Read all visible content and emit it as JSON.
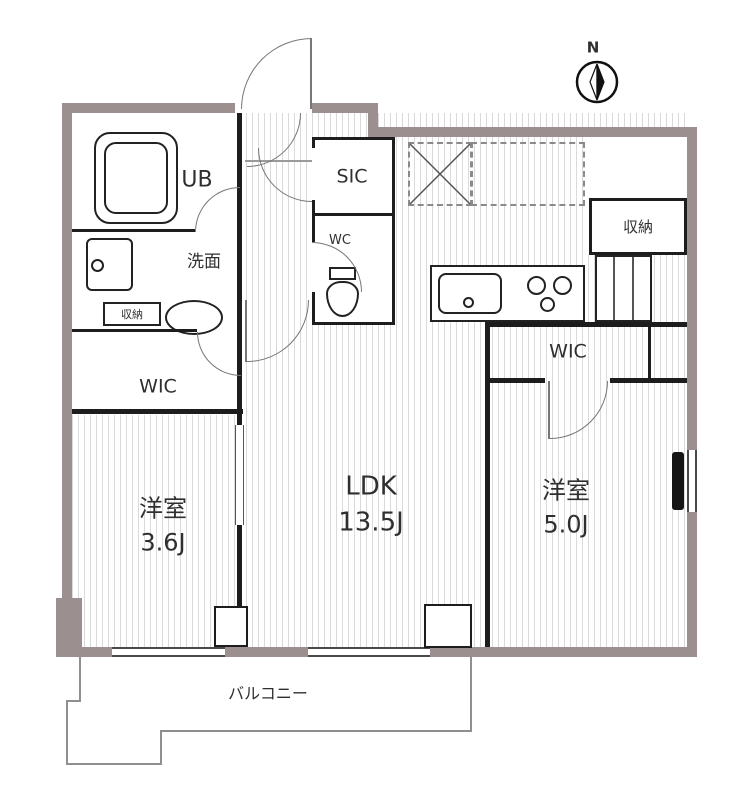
{
  "compass": {
    "label": "N"
  },
  "rooms": {
    "unit_bath": {
      "label": "UB"
    },
    "washroom": {
      "label": "洗面"
    },
    "washroom_storage": {
      "label": "収納"
    },
    "wic_left": {
      "label": "WIC"
    },
    "bedroom_left": {
      "name": "洋室",
      "size": "3.6J"
    },
    "shoe_closet": {
      "label": "SIC"
    },
    "toilet": {
      "label": "WC"
    },
    "ldk": {
      "name": "LDK",
      "size": "13.5J"
    },
    "kitchen_storage": {
      "label": "収納"
    },
    "wic_right": {
      "label": "WIC"
    },
    "bedroom_right": {
      "name": "洋室",
      "size": "5.0J"
    },
    "balcony": {
      "label": "バルコニー"
    }
  },
  "colors": {
    "outer_wall": "#9b8f8f",
    "inner_wall": "#1d1d1d",
    "stripe": "#dadada",
    "line": "#777777",
    "text": "#2f2f2f"
  }
}
